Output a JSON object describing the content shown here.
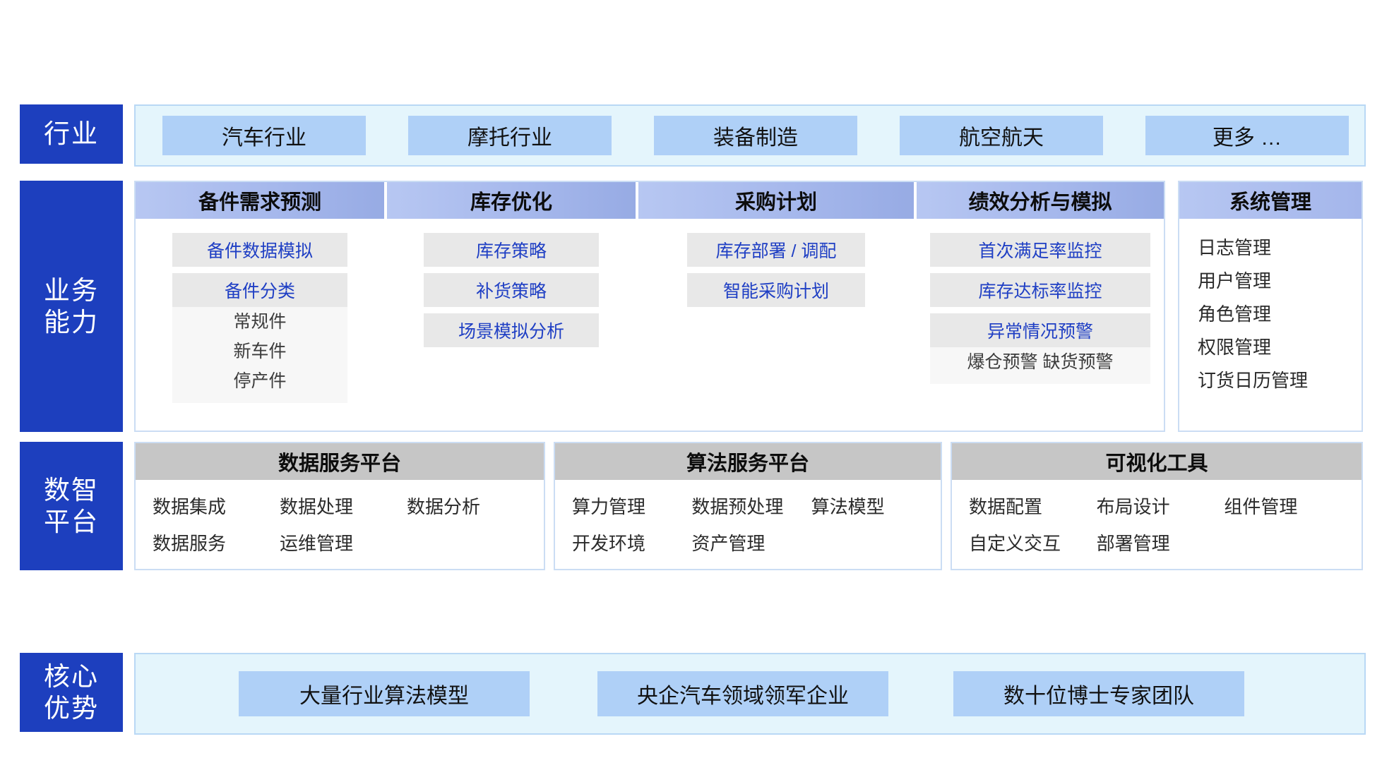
{
  "rows": {
    "industry": {
      "label": "行业"
    },
    "business": {
      "label": "业务\n能力"
    },
    "platform": {
      "label": "数智\n平台"
    },
    "core": {
      "label": "核心\n优势"
    }
  },
  "industry": {
    "items": [
      {
        "label": "汽车行业"
      },
      {
        "label": "摩托行业"
      },
      {
        "label": "装备制造"
      },
      {
        "label": "航空航天"
      },
      {
        "label": "更多 …"
      }
    ]
  },
  "business": {
    "columns": [
      {
        "title": "备件需求预测",
        "items": [
          {
            "label": "备件数据模拟"
          }
        ],
        "group": {
          "title": "备件分类",
          "items": [
            "常规件",
            "新车件",
            "停产件"
          ]
        }
      },
      {
        "title": "库存优化",
        "items": [
          {
            "label": "库存策略"
          },
          {
            "label": "补货策略"
          },
          {
            "label": "场景模拟分析"
          }
        ],
        "group": null
      },
      {
        "title": "采购计划",
        "items": [
          {
            "label": "库存部署 / 调配"
          },
          {
            "label": "智能采购计划"
          }
        ],
        "group": null
      },
      {
        "title": "绩效分析与模拟",
        "items": [
          {
            "label": "首次满足率监控"
          },
          {
            "label": "库存达标率监控"
          }
        ],
        "group": {
          "title": "异常情况预警",
          "items": [
            "爆仓预警 缺货预警"
          ]
        }
      }
    ],
    "system": {
      "title": "系统管理",
      "items": [
        "日志管理",
        "用户管理",
        "角色管理",
        "权限管理",
        "订货日历管理"
      ]
    }
  },
  "platform": {
    "panels": [
      {
        "title": "数据服务平台",
        "items": [
          "数据集成",
          "数据处理",
          "数据分析",
          "数据服务",
          "运维管理"
        ]
      },
      {
        "title": "算法服务平台",
        "items": [
          "算力管理",
          "数据预处理",
          "算法模型",
          "开发环境",
          "资产管理"
        ]
      },
      {
        "title": "可视化工具",
        "items": [
          "数据配置",
          "布局设计",
          "组件管理",
          "自定义交互",
          "部署管理"
        ]
      }
    ]
  },
  "core": {
    "items": [
      {
        "label": "大量行业算法模型"
      },
      {
        "label": "央企汽车领域领军企业"
      },
      {
        "label": "数十位博士专家团队"
      }
    ]
  },
  "colors": {
    "label_blue": "#1D3FBE",
    "band_bg": "#E4F5FC",
    "band_border": "#B9D8F5",
    "chip_blue": "#AFD0F7",
    "cap_head_from": "#B7C7F2",
    "cap_head_to": "#97ABE4",
    "cap_item_bg": "#E8E8E8",
    "cap_item_text": "#1F3FC4",
    "dp_head_bg": "#C6C6C6",
    "panel_border": "#CBDDF4"
  }
}
